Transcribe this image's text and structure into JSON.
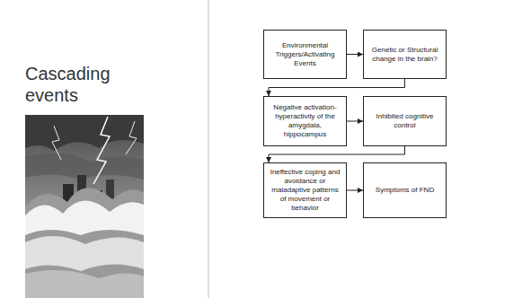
{
  "diagram": {
    "title": "Cascading events",
    "nodes": [
      {
        "text": [
          "Environmental Triggers/Activating Events"
        ]
      },
      {
        "text": [
          "Genetic or Structural change in the brain?"
        ]
      },
      {
        "text": [
          "Negative activation-hyperactivity of the amygdala, hippocampus"
        ]
      },
      {
        "text": [
          "Inhibited cognitive control"
        ]
      },
      {
        "text": [
          "Ineffective coping and avoidance or maladaptive patterns of movement or behavior"
        ]
      },
      {
        "text": [
          "Symptoms of FND"
        ]
      }
    ],
    "edges": [
      {
        "from": 0,
        "to": 1,
        "arrow": "to"
      },
      {
        "from": 1,
        "to": 2,
        "arrow": "to"
      },
      {
        "from": 2,
        "to": 3,
        "arrow": "to"
      },
      {
        "from": 3,
        "to": 4,
        "arrow": "to"
      },
      {
        "from": 4,
        "to": 5,
        "arrow": "to"
      }
    ]
  }
}
